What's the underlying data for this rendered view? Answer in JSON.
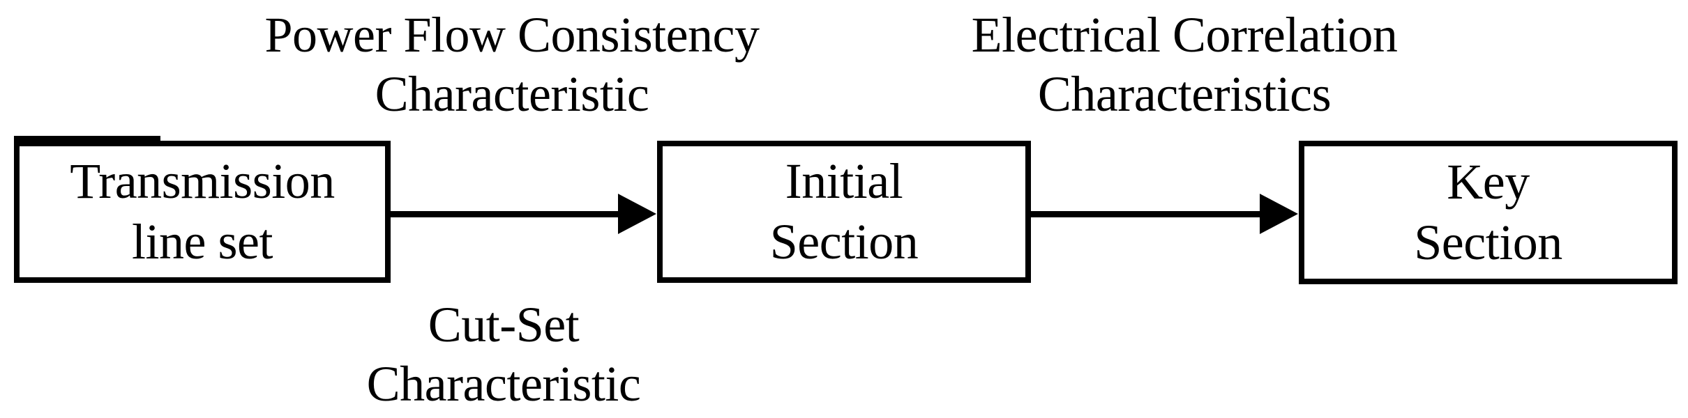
{
  "diagram": {
    "colors": {
      "ink": "#000000",
      "background": "#ffffff"
    },
    "nodes": [
      {
        "id": "transmission-line-set",
        "line1": "Transmission",
        "line2": "line set"
      },
      {
        "id": "initial-section",
        "line1": "Initial",
        "line2": "Section"
      },
      {
        "id": "key-section",
        "line1": "Key",
        "line2": "Section"
      }
    ],
    "edge_labels": [
      {
        "id": "power-flow-consistency",
        "position": "above-first-arrow",
        "line1": "Power Flow Consistency",
        "line2": "Characteristic"
      },
      {
        "id": "cut-set",
        "position": "below-first-arrow",
        "line1": "Cut-Set",
        "line2": "Characteristic"
      },
      {
        "id": "electrical-correlation",
        "position": "above-second-arrow",
        "line1": "Electrical Correlation",
        "line2": "Characteristics"
      }
    ],
    "arrows": [
      {
        "id": "arrow-1",
        "from": "transmission-line-set",
        "to": "initial-section"
      },
      {
        "id": "arrow-2",
        "from": "initial-section",
        "to": "key-section"
      }
    ]
  }
}
